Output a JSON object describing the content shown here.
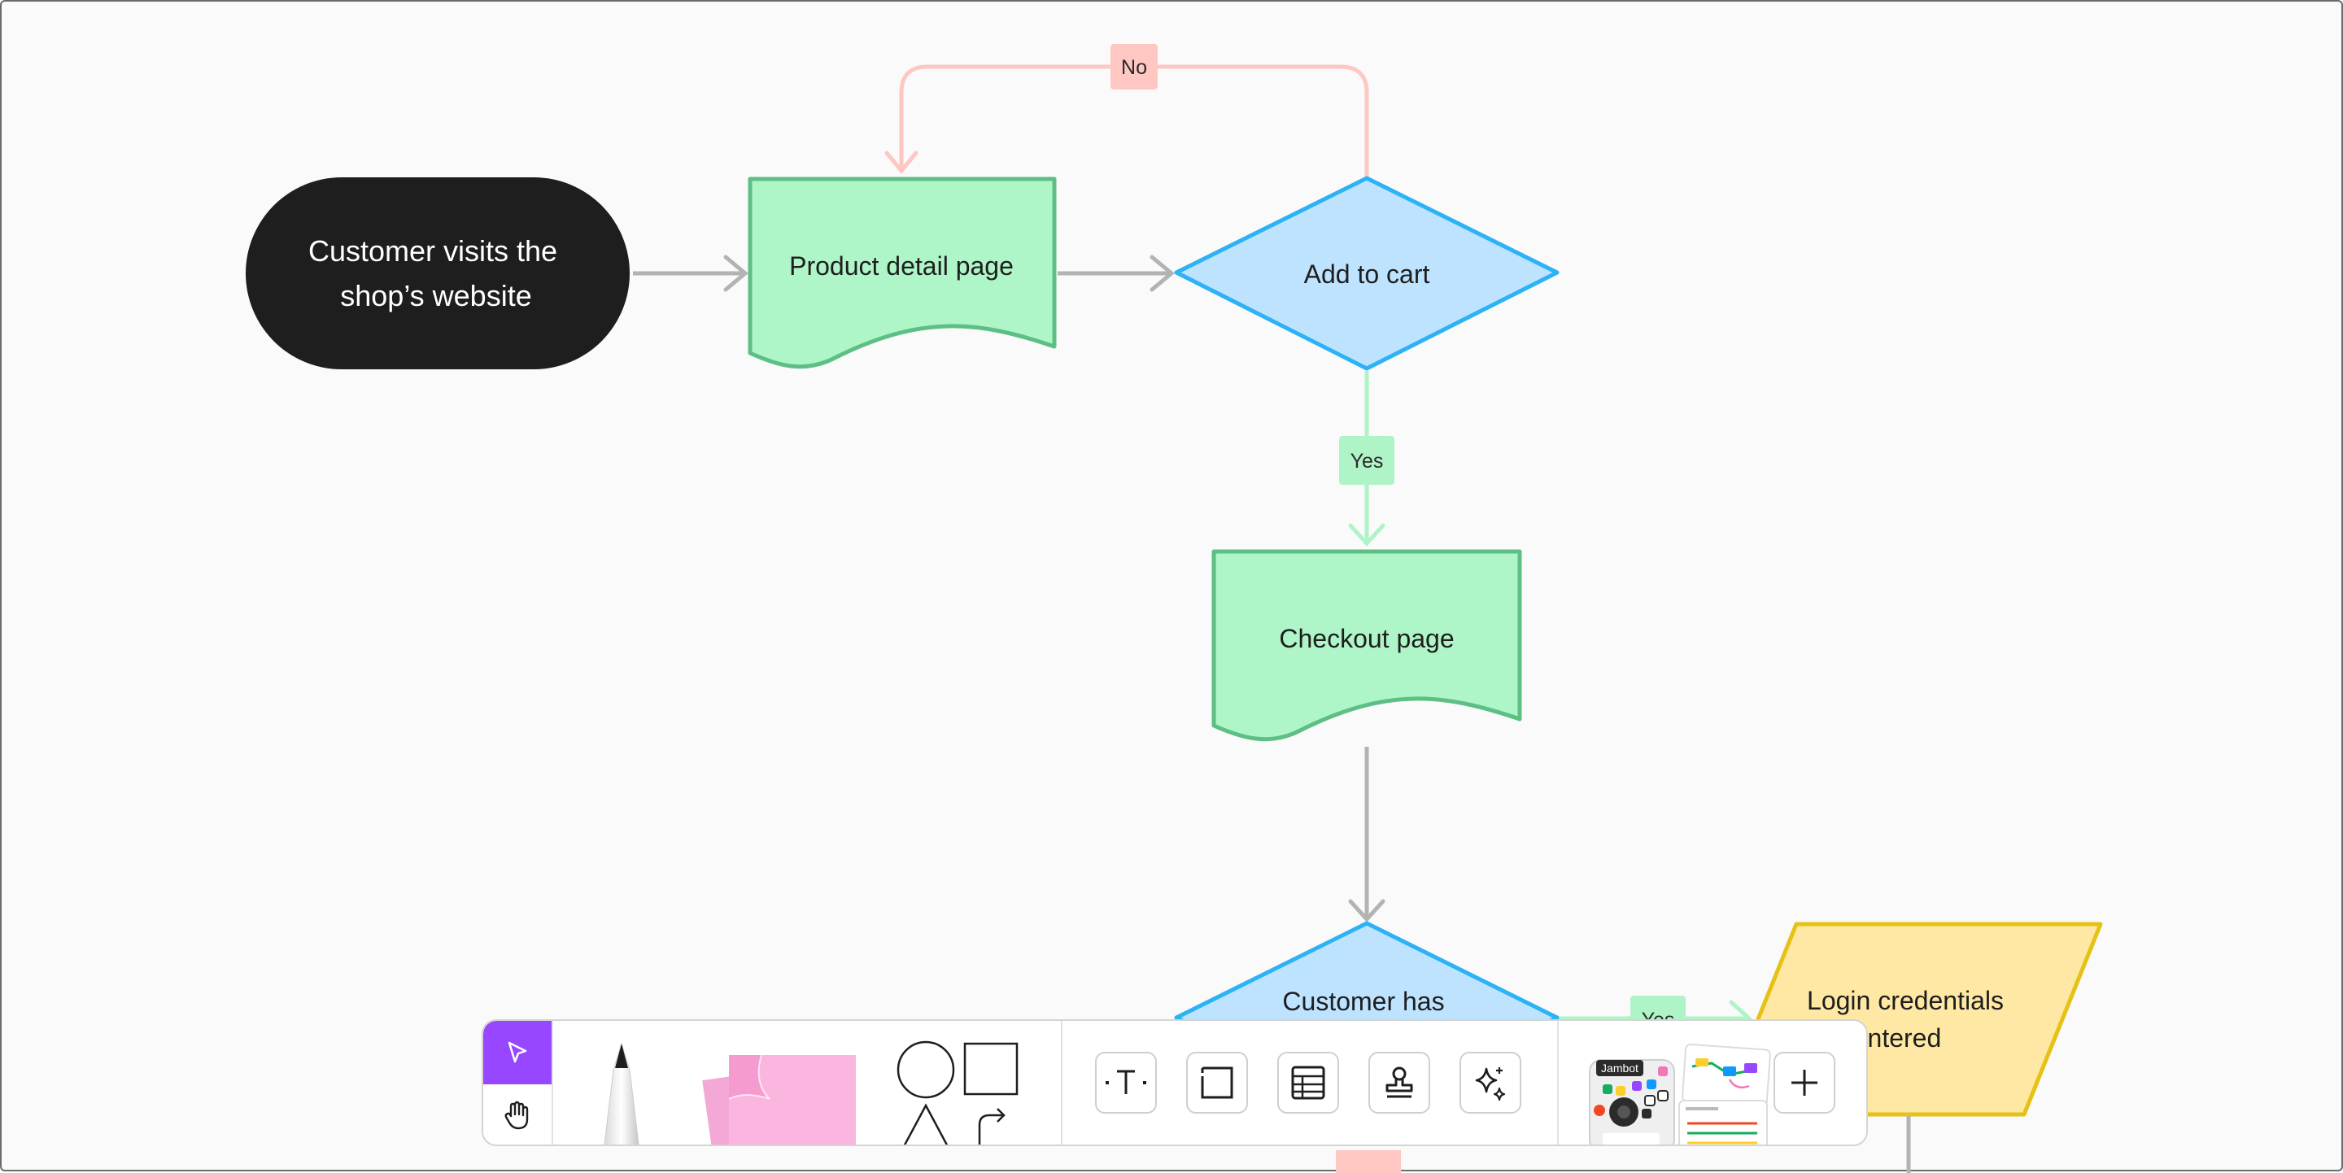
{
  "flowchart": {
    "nodes": {
      "start": {
        "line1": "Customer visits the",
        "line2": "shop’s website"
      },
      "product_detail": {
        "label": "Product detail page"
      },
      "add_to_cart": {
        "label": "Add to cart"
      },
      "checkout": {
        "label": "Checkout page"
      },
      "customer_has": {
        "label": "Customer has"
      },
      "login": {
        "line1": "Login credentials",
        "line2": "entered"
      }
    },
    "edge_labels": {
      "no": "No",
      "yes_cart": "Yes",
      "yes_login": "Yes"
    }
  },
  "toolbar": {
    "tools": [
      {
        "name": "select",
        "icon": "cursor-arrow-icon",
        "active": true
      },
      {
        "name": "hand",
        "icon": "hand-icon"
      },
      {
        "name": "marker",
        "icon": "marker-pen-icon"
      },
      {
        "name": "sticky-note",
        "icon": "sticky-note-icon"
      },
      {
        "name": "shapes",
        "icon": "shapes-icon"
      },
      {
        "name": "text",
        "icon": "text-tool-icon"
      },
      {
        "name": "section",
        "icon": "section-frame-icon"
      },
      {
        "name": "table",
        "icon": "table-icon"
      },
      {
        "name": "stamp",
        "icon": "stamp-icon"
      },
      {
        "name": "ai",
        "icon": "sparkle-icon"
      },
      {
        "name": "jambot-widget",
        "icon": "jambot-widget-icon"
      },
      {
        "name": "templates",
        "icon": "templates-icon"
      },
      {
        "name": "more",
        "icon": "plus-icon"
      }
    ],
    "widget_text": "Jambot"
  },
  "colors": {
    "accent": "#9747ff",
    "canvas_bg": "#fafafa",
    "page_green": "#aef5c8",
    "page_green_stroke": "#5dbf84",
    "decision_blue": "#bde3ff",
    "decision_stroke": "#2cb2f5",
    "terminal_black": "#1e1e1e",
    "login_yellow": "#ffe8a3",
    "login_stroke": "#e6c116",
    "no_red": "#ffc7c2",
    "yes_green": "#aff4c6",
    "connector_gray": "#b3b3b3"
  }
}
